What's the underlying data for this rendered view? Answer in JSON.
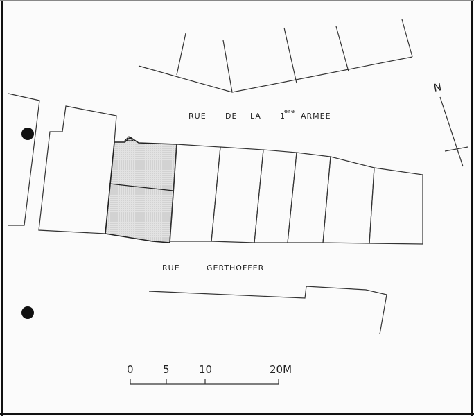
{
  "map": {
    "streets": {
      "north": {
        "word1": "RUE",
        "word2": "DE",
        "word3": "LA",
        "ordinal_number": "1",
        "ordinal_suffix": "ere",
        "word4": "ARMEE"
      },
      "south": {
        "word1": "RUE",
        "word2": "GERTHOFFER"
      }
    },
    "north_arrow_label": "N",
    "scale_bar": {
      "ticks": [
        {
          "label": "0",
          "value": 0
        },
        {
          "label": "5",
          "value": 5
        },
        {
          "label": "10",
          "value": 10
        },
        {
          "label": "20M",
          "value": 20
        }
      ]
    },
    "highlight_fill": "#d8d8d8",
    "line_color": "#333333"
  }
}
